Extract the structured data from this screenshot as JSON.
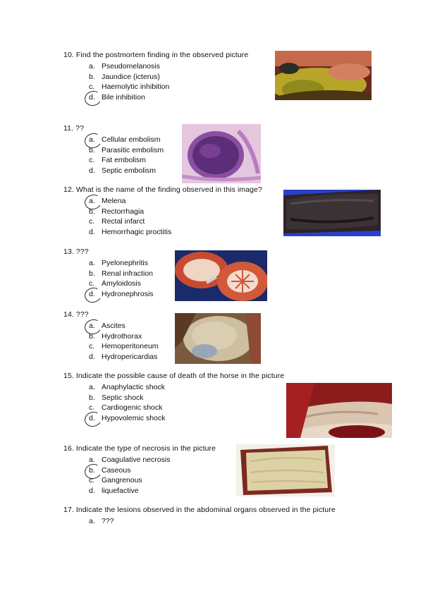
{
  "questions": [
    {
      "id": "q10",
      "title": "10. Find the postmortem finding in the observed picture",
      "options": [
        {
          "letter": "a.",
          "text": "Pseudomelanosis"
        },
        {
          "letter": "b.",
          "text": "Jaundice (icterus)"
        },
        {
          "letter": "c.",
          "text": "Haemolytic inhibition"
        },
        {
          "letter": "d.",
          "text": "Bile inhibition"
        }
      ],
      "circled": 3,
      "image": "gallbladder-bile-staining-photo"
    },
    {
      "id": "q11",
      "title": "11. ??",
      "options": [
        {
          "letter": "a.",
          "text": "Cellular embolism"
        },
        {
          "letter": "b.",
          "text": "Parasitic embolism"
        },
        {
          "letter": "c.",
          "text": "Fat embolism"
        },
        {
          "letter": "d.",
          "text": "Septic embolism"
        }
      ],
      "circled": 0,
      "image": "histology-vessel-photo"
    },
    {
      "id": "q12",
      "title": "12. What is the name of the finding observed in this image?",
      "options": [
        {
          "letter": "a.",
          "text": "Melena"
        },
        {
          "letter": "b.",
          "text": "Rectorrhagia"
        },
        {
          "letter": "c.",
          "text": "Rectal infarct"
        },
        {
          "letter": "d.",
          "text": "Hemorrhagic proctitis"
        }
      ],
      "circled": 0,
      "image": "dark-intestinal-content-photo"
    },
    {
      "id": "q13",
      "title": "13. ???",
      "options": [
        {
          "letter": "a.",
          "text": "Pyelonephritis"
        },
        {
          "letter": "b.",
          "text": "Renal infraction"
        },
        {
          "letter": "c.",
          "text": "Amyloidosis"
        },
        {
          "letter": "d.",
          "text": "Hydronephrosis"
        }
      ],
      "circled": 3,
      "image": "kidney-section-photo"
    },
    {
      "id": "q14",
      "title": "14. ???",
      "options": [
        {
          "letter": "a.",
          "text": "Ascites"
        },
        {
          "letter": "b.",
          "text": "Hydrothorax"
        },
        {
          "letter": "c.",
          "text": "Hemoperitoneum"
        },
        {
          "letter": "d.",
          "text": "Hydropericardias"
        }
      ],
      "circled": 0,
      "image": "pericardium-photo"
    },
    {
      "id": "q15",
      "title": "15. Indicate the possible cause of death of the horse in the picture",
      "options": [
        {
          "letter": "a.",
          "text": "Anaphylactic shock"
        },
        {
          "letter": "b.",
          "text": "Septic shock"
        },
        {
          "letter": "c.",
          "text": "Cardiogenic shock"
        },
        {
          "letter": "d.",
          "text": "Hypovolemic shock"
        }
      ],
      "circled": 3,
      "image": "horse-carcass-photo"
    },
    {
      "id": "q16",
      "title": "16. Indicate the type of necrosis in the picture",
      "options": [
        {
          "letter": "a.",
          "text": "Coagulative necrosis"
        },
        {
          "letter": "b.",
          "text": "Caseous"
        },
        {
          "letter": "c.",
          "text": "Gangrenous"
        },
        {
          "letter": "d.",
          "text": "liquefactive"
        }
      ],
      "circled": 1,
      "image": "caseous-tissue-photo"
    },
    {
      "id": "q17",
      "title": "17. Indicate the lesions observed in the abdominal organs observed in the picture",
      "options": [
        {
          "letter": "a.",
          "text": "???"
        }
      ],
      "circled": -1,
      "image": ""
    }
  ]
}
